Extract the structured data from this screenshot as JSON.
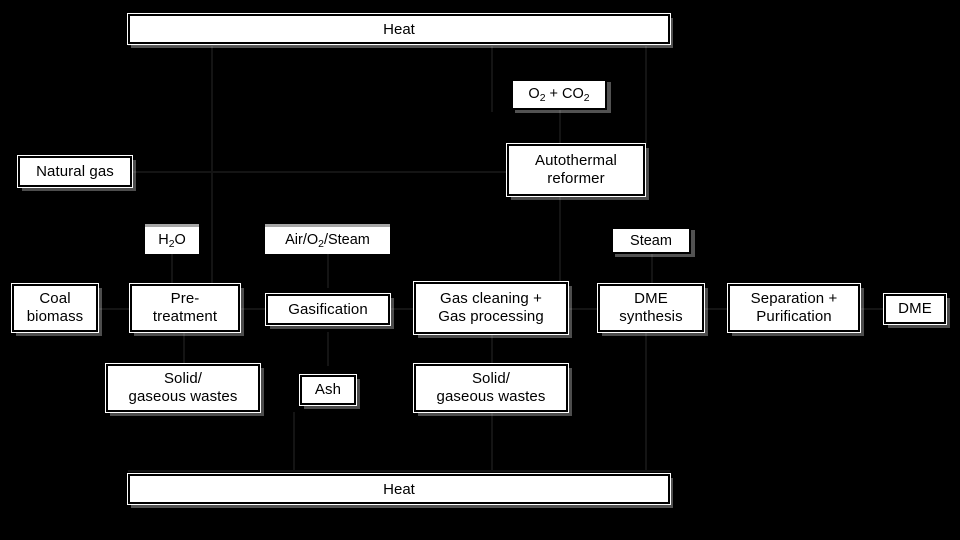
{
  "diagram": {
    "title": "DME production process flow diagram",
    "background_color": "#000000",
    "box_fill_color": "#ffffff",
    "box_border_color": "#000000",
    "shadow_color": "#b0b0b0"
  },
  "heat_bars": [
    {
      "id": "heat-top",
      "label": "Heat"
    },
    {
      "id": "heat-bottom",
      "label": "Heat"
    }
  ],
  "stream_labels": [
    {
      "id": "o2-co2",
      "line1": "O",
      "sub1": "2",
      "mid": " + CO",
      "sub2": "2"
    },
    {
      "id": "h2o",
      "line1": "H",
      "sub1": "2",
      "mid": "O",
      "sub2": ""
    },
    {
      "id": "air-o2-steam",
      "line1": "Air/O",
      "sub1": "2",
      "mid": "/Steam",
      "sub2": ""
    },
    {
      "id": "steam",
      "label": "Steam"
    }
  ],
  "process_boxes": [
    {
      "id": "natural-gas",
      "line1": "Natural gas",
      "line2": ""
    },
    {
      "id": "autothermal-reformer",
      "line1": "Autothermal",
      "line2": "reformer"
    },
    {
      "id": "coal-biomass",
      "line1": "Coal",
      "line2": "biomass"
    },
    {
      "id": "pre-treatment",
      "line1": "Pre-",
      "line2": "treatment"
    },
    {
      "id": "gasification",
      "line1": "Gasification",
      "line2": ""
    },
    {
      "id": "gas-cleaning",
      "line1": "Gas cleaning +",
      "line2": "Gas processing"
    },
    {
      "id": "dme-synthesis",
      "line1": "DME",
      "line2": "synthesis"
    },
    {
      "id": "separation-purification",
      "line1": "Separation +",
      "line2": "Purification"
    },
    {
      "id": "dme-product",
      "line1": "DME",
      "line2": ""
    },
    {
      "id": "solid-gaseous-wastes-1",
      "line1": "Solid/",
      "line2": "gaseous wastes"
    },
    {
      "id": "ash",
      "line1": "Ash",
      "line2": ""
    },
    {
      "id": "solid-gaseous-wastes-2",
      "line1": "Solid/",
      "line2": "gaseous wastes"
    }
  ]
}
